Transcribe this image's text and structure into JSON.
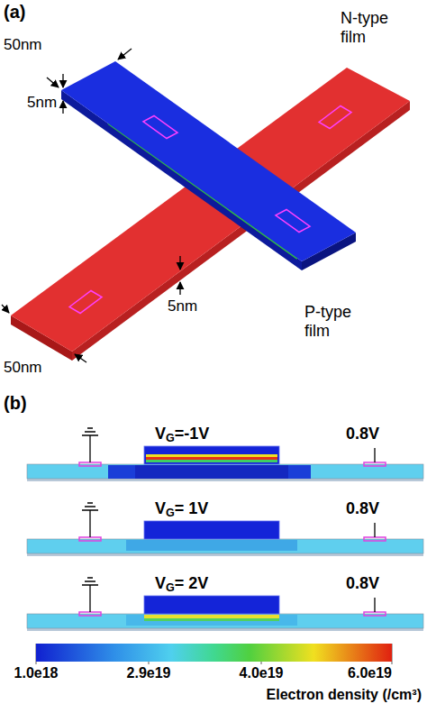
{
  "diagram": {
    "labels": [
      "(a)",
      "50nm",
      "5nm",
      "N-type film",
      "50nm",
      "5nm",
      "P-type film",
      "(b)",
      "VG=-1V",
      "0.8V",
      "VG= 1V",
      "0.8V",
      "VG= 2V",
      "0.8V",
      "1.0e18",
      "2.9e19",
      "4.0e19",
      "6.0e19",
      "Electron density (/cm³)"
    ]
  }
}
